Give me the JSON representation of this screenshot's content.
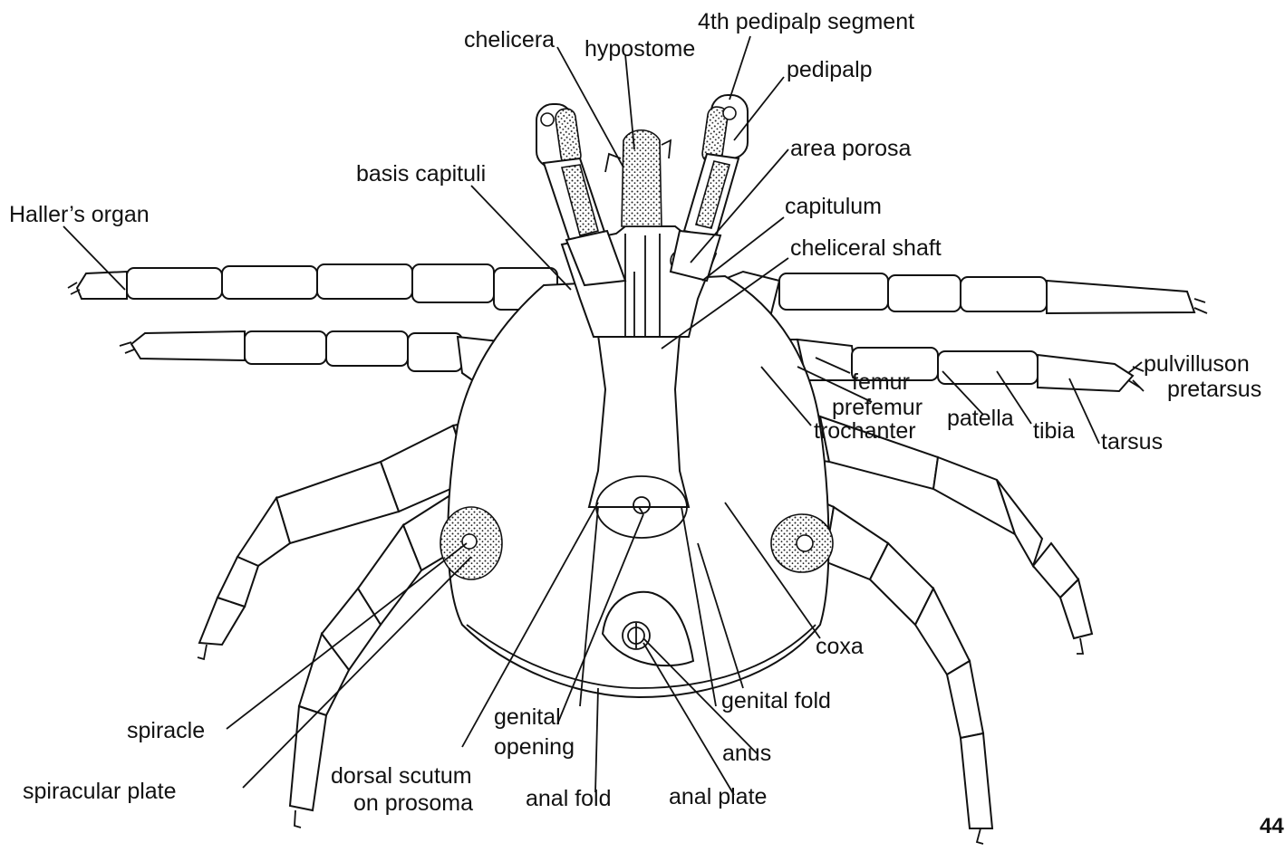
{
  "diagram": {
    "labels": {
      "chelicera": "chelicera",
      "hypostome": "hypostome",
      "pedipalp_segment_4": "4th pedipalp segment",
      "pedipalp": "pedipalp",
      "area_porosa": "area porosa",
      "basis_capituli": "basis capituli",
      "capitulum": "capitulum",
      "hallers_organ": "Haller’s organ",
      "cheliceral_shaft": "cheliceral shaft",
      "pulvillus_on": "pulvilluson",
      "pretarsus": "pretarsus",
      "femur": "femur",
      "prefemur": "prefemur",
      "patella": "patella",
      "tibia": "tibia",
      "tarsus": "tarsus",
      "trochanter": "trochanter",
      "coxa": "coxa",
      "genital_fold": "genital fold",
      "genital": "genital",
      "opening": "opening",
      "anus": "anus",
      "spiracle": "spiracle",
      "spiracular_plate": "spiracular plate",
      "dorsal_scutum": "dorsal scutum",
      "on_prosoma": "on prosoma",
      "anal_fold": "anal fold",
      "anal_plate": "anal plate"
    },
    "page_number": "44"
  }
}
